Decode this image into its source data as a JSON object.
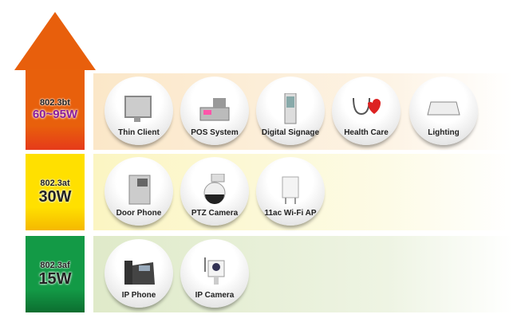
{
  "levels": [
    {
      "standard": "802.3bt",
      "power": "60~95W",
      "devices": [
        "Thin Client",
        "POS System",
        "Digital Signage",
        "Health Care",
        "Lighting"
      ]
    },
    {
      "standard": "802.3at",
      "power": "30W",
      "devices": [
        "Door Phone",
        "PTZ Camera",
        "11ac Wi-Fi AP"
      ]
    },
    {
      "standard": "802.3af",
      "power": "15W",
      "devices": [
        "IP Phone",
        "IP Camera"
      ]
    }
  ],
  "colors": {
    "bt": "#e8600c",
    "at": "#ffe000",
    "af": "#139a46",
    "bt_power_text": "#8a1c9a"
  }
}
